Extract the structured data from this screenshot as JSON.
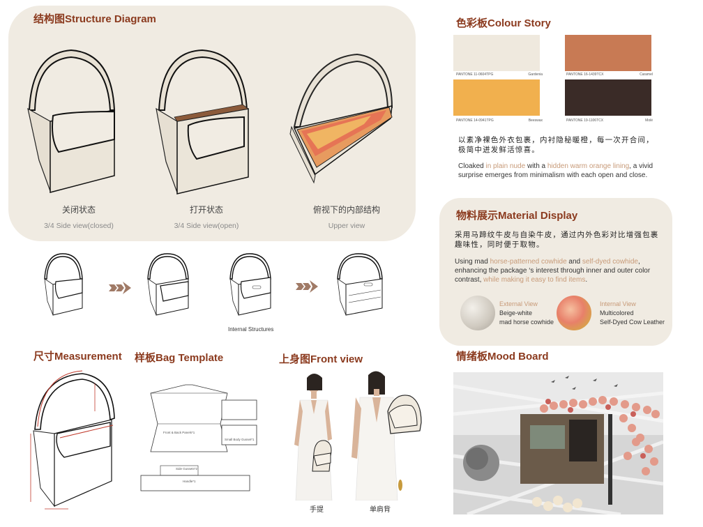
{
  "structure": {
    "title": "结构图Structure Diagram",
    "views": [
      {
        "cn": "关闭状态",
        "en": "3/4 Side view(closed)"
      },
      {
        "cn": "打开状态",
        "en": "3/4 Side view(open)"
      },
      {
        "cn": "俯视下的内部结构",
        "en": "Upper view"
      }
    ],
    "internal_label": "Internal Structures"
  },
  "colour_story": {
    "title": "色彩板Colour Story",
    "swatches": [
      {
        "code": "PANTONE 11-0604TPG",
        "name": "Gardenia",
        "color": "#efe9de"
      },
      {
        "code": "PANTONE 16-1439TCX",
        "name": "Caramel",
        "color": "#c87a54"
      },
      {
        "code": "PANTONE 14-0941TPG",
        "name": "Beeswax",
        "color": "#f1b04e"
      },
      {
        "code": "PANTONE 19-1106TCX",
        "name": "Molé",
        "color": "#3a2b27"
      }
    ],
    "cn_text": "以素净裸色外衣包裹，内衬隐秘暖橙，每一次开合间，极简中迸发鲜活惊喜。",
    "en_p1": "Cloaked ",
    "en_h1": "in plain nude",
    "en_p2": " with a ",
    "en_h2": "hidden warm orange lining",
    "en_p3": ", a vivid surprise emerges from minimalism with each open and close."
  },
  "material": {
    "title": "物料展示Material Display",
    "cn_text": "采用马蹄纹牛皮与自染牛皮，通过内外色彩对比增强包裹趣味性，同时便于取物。",
    "en_p1": "Using mad ",
    "en_h1": "horse-patterned cowhide",
    "en_p2": " and ",
    "en_h2": "self-dyed cowhide",
    "en_p3": ", enhancing the package ‘s interest through inner and outer color contrast, ",
    "en_h3": "while making it easy to find items",
    "en_p4": ".",
    "external": {
      "title": "External View",
      "line1": "Beige-white",
      "line2": "mad horse cowhide"
    },
    "internal": {
      "title": "Internal View",
      "line1": "Multicolored",
      "line2": "Self-Dyed Cow Leather"
    }
  },
  "measurement": {
    "title": "尺寸Measurement"
  },
  "template": {
    "title": "样板Bag Template",
    "labels": [
      "Front & Back Panels*1",
      "Small Body Gusset*1",
      "Side Gussets*2",
      "Handle*1"
    ]
  },
  "front_view": {
    "title": "上身图Front view",
    "captions": [
      "手提",
      "单肩背"
    ]
  },
  "mood": {
    "title": "情绪板Mood Board"
  }
}
